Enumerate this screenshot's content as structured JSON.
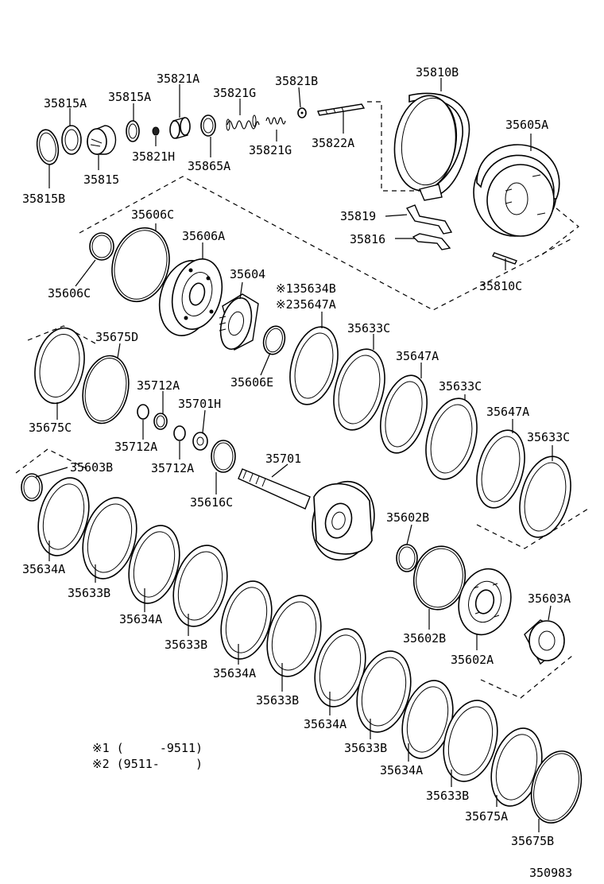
{
  "labels": {
    "p35815A_1": "35815A",
    "p35815A_2": "35815A",
    "p35821A": "35821A",
    "p35821G_1": "35821G",
    "p35821B": "35821B",
    "p35810B": "35810B",
    "p35821H": "35821H",
    "p35865A": "35865A",
    "p35821G_2": "35821G",
    "p35822A": "35822A",
    "p35815": "35815",
    "p35815B": "35815B",
    "p35605A": "35605A",
    "p35606C_1": "35606C",
    "p35606A": "35606A",
    "p35819": "35819",
    "p35816": "35816",
    "p35606C_2": "35606C",
    "p35604": "35604",
    "p135634B": "※135634B",
    "p235647A": "※235647A",
    "p35810C": "35810C",
    "p35675D": "35675D",
    "p35633C_1": "35633C",
    "p35647A_1": "35647A",
    "p35606E": "35606E",
    "p35712A_1": "35712A",
    "p35633C_2": "35633C",
    "p35701H": "35701H",
    "p35647A_2": "35647A",
    "p35675C": "35675C",
    "p35633C_3": "35633C",
    "p35712A_2": "35712A",
    "p35701": "35701",
    "p35603B": "35603B",
    "p35712A_3": "35712A",
    "p35616C": "35616C",
    "p35602B_1": "35602B",
    "p35634A_1": "35634A",
    "p35633B_1": "35633B",
    "p35603A": "35603A",
    "p35634A_2": "35634A",
    "p35602B_2": "35602B",
    "p35633B_2": "35633B",
    "p35602A": "35602A",
    "p35634A_3": "35634A",
    "p35633B_3": "35633B",
    "p35634A_4": "35634A",
    "p35633B_4": "35633B",
    "p35634A_5": "35634A",
    "p35633B_5": "35633B",
    "p35675A": "35675A",
    "p35675B": "35675B"
  },
  "notes": {
    "note1": "※1 (     -9511)",
    "note2": "※2 (9511-     )"
  },
  "diagram_id": "350983"
}
